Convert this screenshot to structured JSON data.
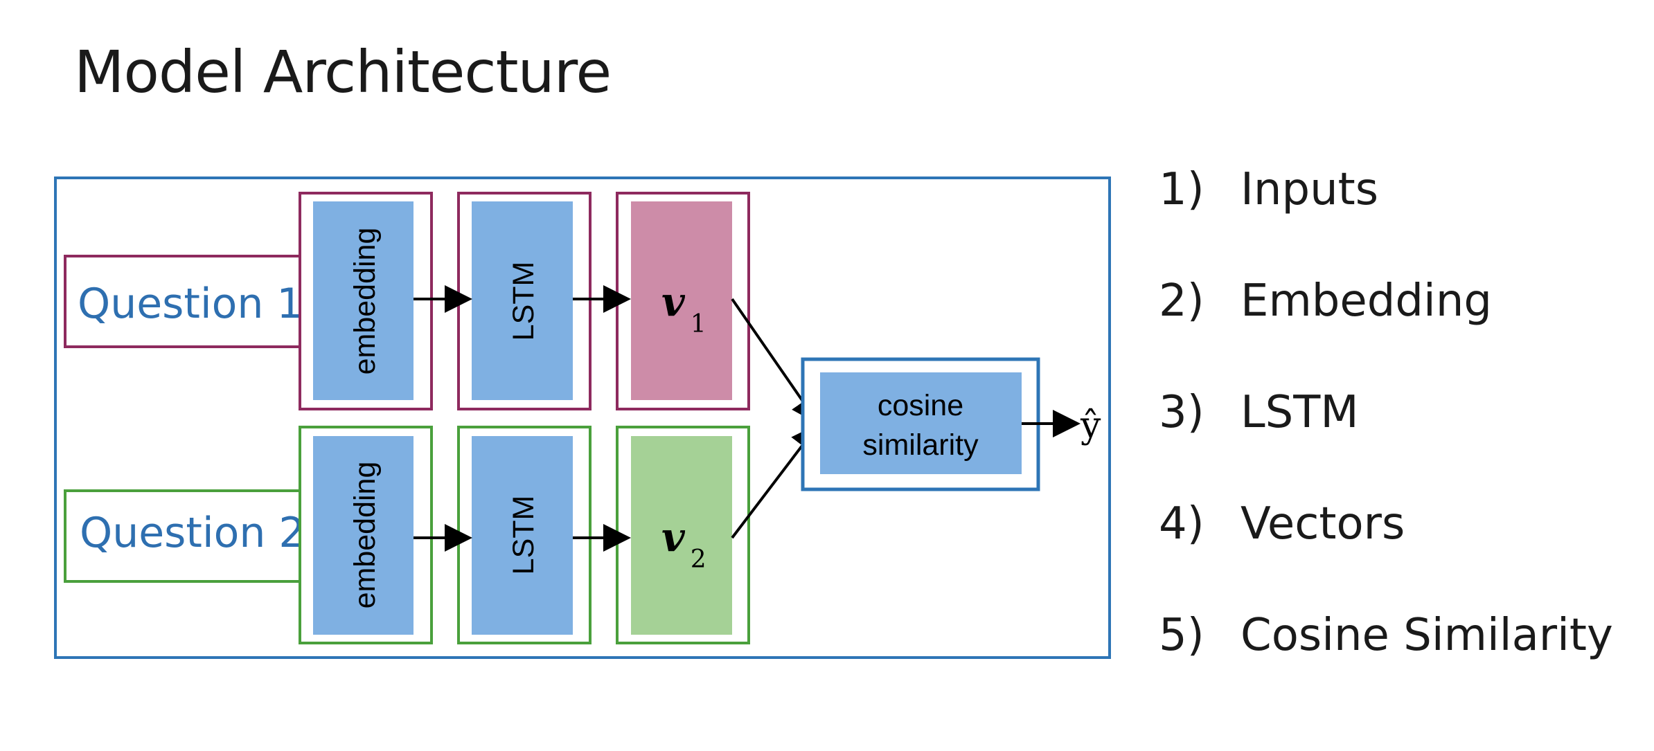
{
  "slide": {
    "title": "Model Architecture"
  },
  "diagram": {
    "inputs": [
      "Question 1",
      "Question 2"
    ],
    "embedding_label": "embedding",
    "lstm_label": "LSTM",
    "vector_symbol": "v",
    "vector_subscripts": [
      "1",
      "2"
    ],
    "similarity_label_lines": [
      "cosine",
      "similarity"
    ],
    "output_symbol": "ŷ",
    "colors": {
      "frame_blue": "#2e75b6",
      "question1_border": "#8e2a5e",
      "question2_border": "#4aa03c",
      "block_fill": "#7fb0e2",
      "v1_fill": "#cd8ca8",
      "v2_fill": "#a5d196",
      "input_text": "#2e6fb0",
      "arrow": "#000000"
    }
  },
  "steps": [
    {
      "number": "1)",
      "label": "Inputs"
    },
    {
      "number": "2)",
      "label": "Embedding"
    },
    {
      "number": "3)",
      "label": "LSTM"
    },
    {
      "number": "4)",
      "label": "Vectors"
    },
    {
      "number": "5)",
      "label": "Cosine Similarity"
    }
  ]
}
